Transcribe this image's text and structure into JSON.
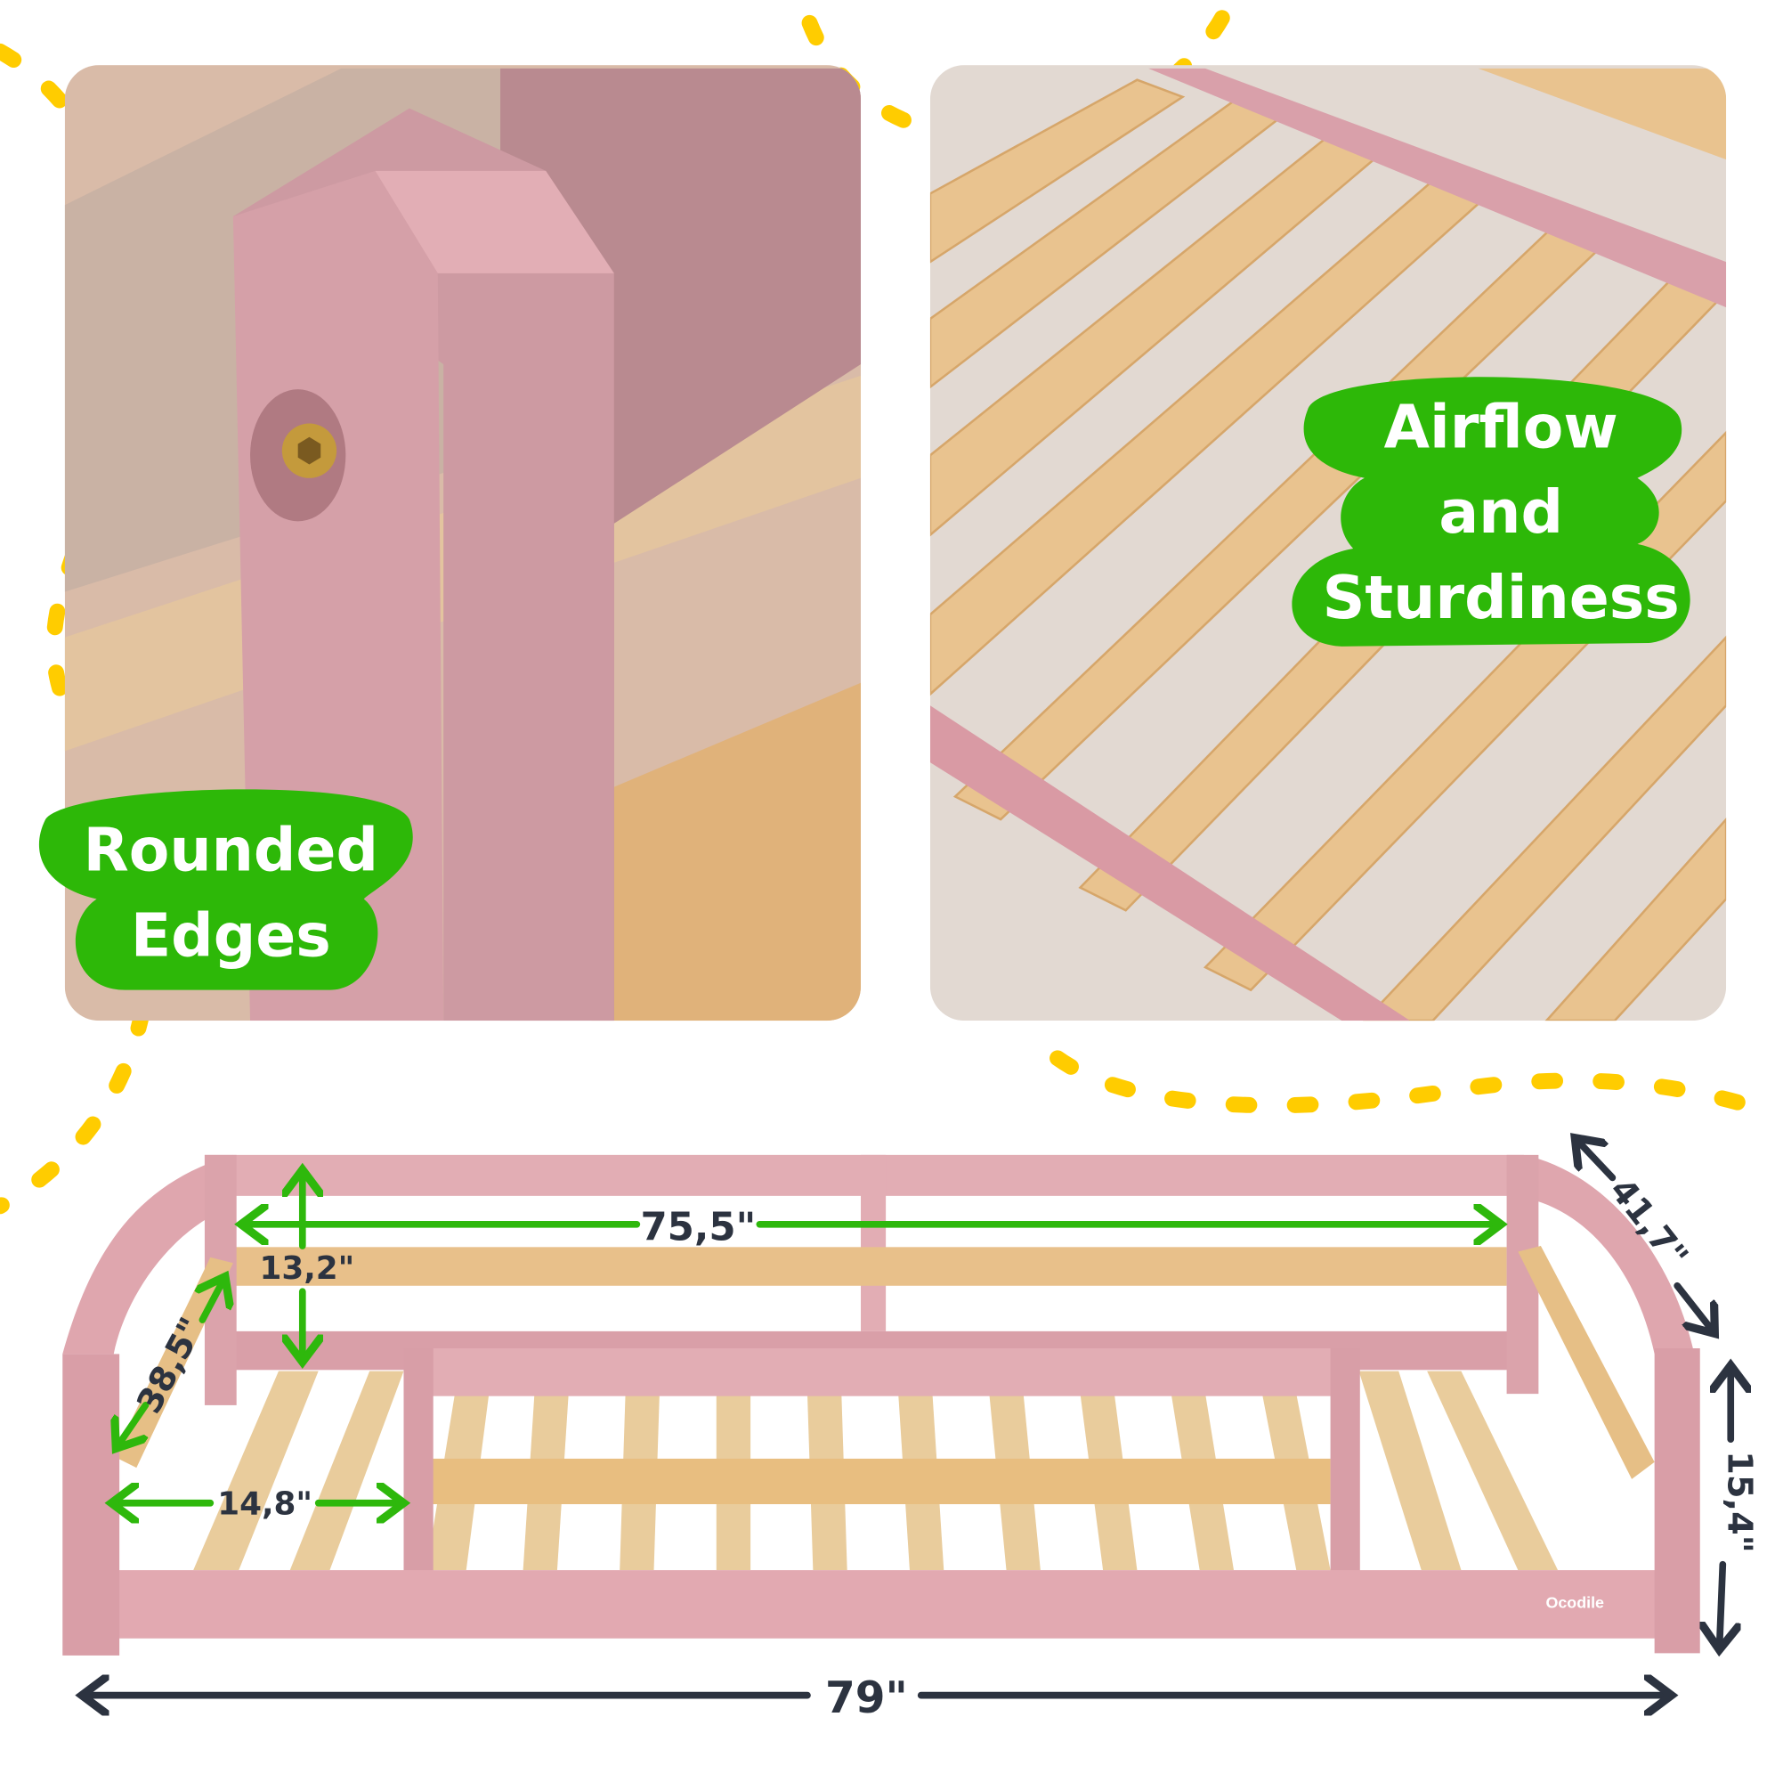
{
  "brand": "Ocodile",
  "features": [
    {
      "label_line1": "Rounded",
      "label_line2": "Edges"
    },
    {
      "label_line1": "Airflow",
      "label_line2": "and",
      "label_line3": "Sturdiness"
    }
  ],
  "dimensions": {
    "inner_length": "75,5\"",
    "rail_height": "13,2\"",
    "inner_width": "38,5\"",
    "opening_width": "14,8\"",
    "total_length": "79\"",
    "total_width": "41,7\"",
    "total_height": "15,4\""
  },
  "colors": {
    "frame_pink": "#e0aab2",
    "frame_pink_dark": "#b98a90",
    "wood": "#e6c48e",
    "badge_green": "#2db808",
    "arrow_green": "#2eb80c",
    "dash_yellow": "#ffcc00",
    "dimension_text": "#2c3340"
  }
}
